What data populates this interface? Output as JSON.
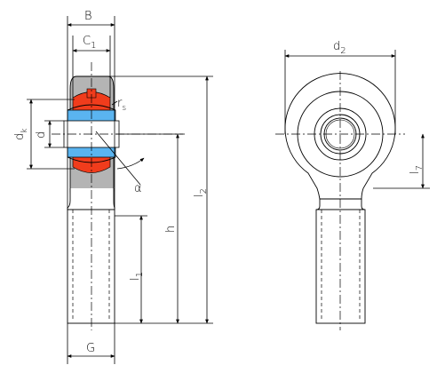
{
  "diagram": {
    "dimension_labels": {
      "B": "B",
      "C1": "C",
      "C1_sub": "1",
      "rs": "r",
      "rs_sub": "s",
      "dk": "d",
      "dk_sub": "k",
      "d": "d",
      "alpha": "α",
      "h": "h",
      "l2": "l",
      "l2_sub": "2",
      "l1": "l",
      "l1_sub": "1",
      "G": "G",
      "d2": "d",
      "d2_sub": "2",
      "l7": "l",
      "l7_sub": "7"
    },
    "colors": {
      "housing": "#b4b4b4",
      "race": "#f03c1c",
      "ball": "#5ab4f0",
      "line": "#000000"
    }
  }
}
